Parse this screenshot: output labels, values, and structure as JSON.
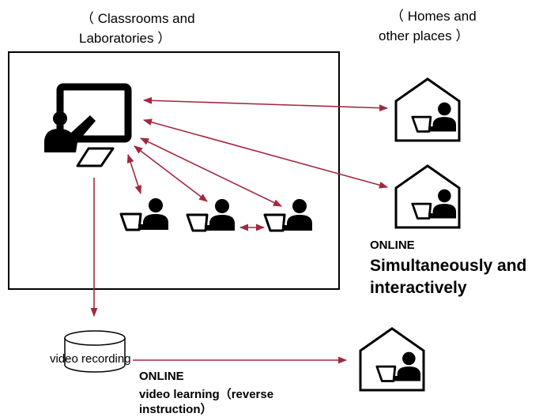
{
  "labels": {
    "classroom_line1": "（ Classrooms and",
    "classroom_line2": "Laboratories ）",
    "homes_line1": "（ Homes and",
    "homes_line2": "other places ）",
    "online1_tag": "ONLINE",
    "online1_title_line1": "Simultaneously and",
    "online1_title_line2": "interactively",
    "video_recording": "video recording",
    "online2_tag": "ONLINE",
    "online2_line1": "video learning（reverse",
    "online2_line2": "instruction）"
  },
  "colors": {
    "arrow": "#a3283f",
    "ink": "#000000"
  },
  "icons": {
    "teacher": "teacher-at-board-icon",
    "student": "student-at-laptop-icon",
    "home": "student-at-home-icon",
    "storage": "database-cylinder-icon"
  }
}
